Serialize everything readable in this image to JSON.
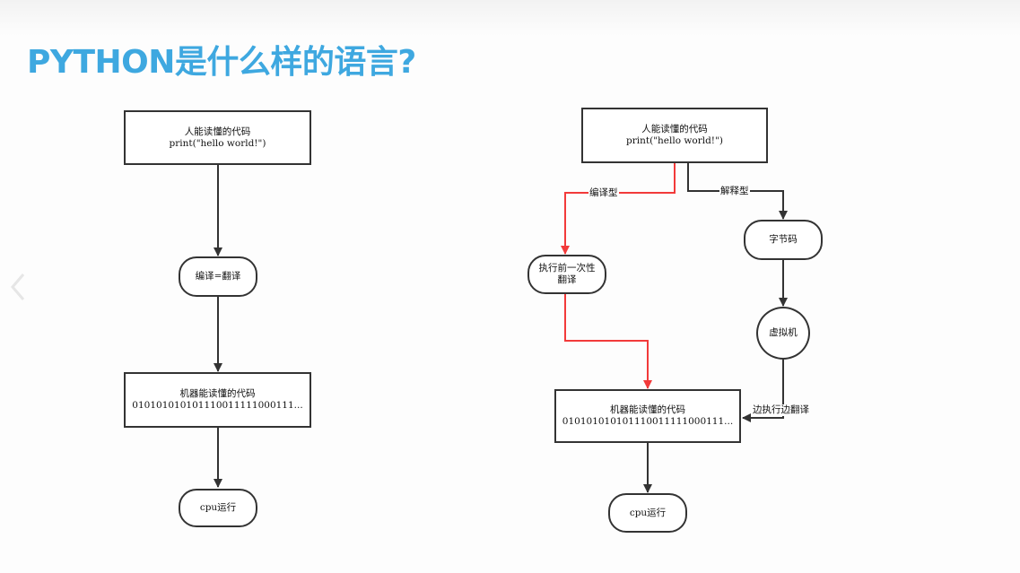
{
  "slide": {
    "title": "PYTHON是什么样的语言?"
  },
  "left": {
    "human_code": {
      "line1": "人能读懂的代码",
      "line2": "print(\"hello world!\")"
    },
    "compile_translate": "编译=翻译",
    "machine_code": {
      "line1": "机器能读懂的代码",
      "line2": "01010101010111001111100011​1..."
    },
    "cpu_run": "cpu运行"
  },
  "right": {
    "human_code": {
      "line1": "人能读懂的代码",
      "line2": "print(\"hello world!\")"
    },
    "compiled_label": "编译型",
    "interpreted_label": "解释型",
    "translate_once": {
      "line1": "执行前一次性",
      "line2": "翻译"
    },
    "bytecode": "字节码",
    "vm": "虚拟机",
    "translate_on_run": "边执行边翻译",
    "machine_code": {
      "line1": "机器能读懂的代码",
      "line2": "01010101010111001111100011​1..."
    },
    "cpu_run": "cpu运行"
  },
  "colors": {
    "title": "#3ea8e0",
    "arrow": "#333333",
    "compiled_path": "#f23a3a"
  },
  "icons": {
    "prev": "chevron-left-icon"
  }
}
